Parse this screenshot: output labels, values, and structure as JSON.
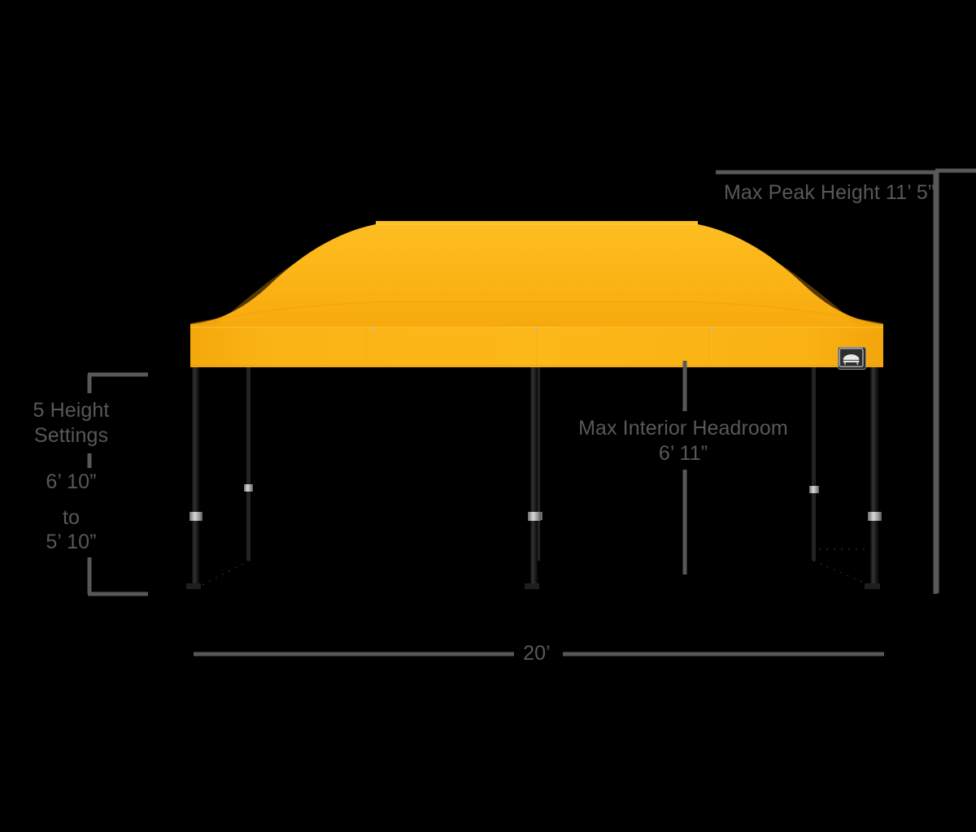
{
  "diagram": {
    "title": "Pop-Up Canopy Dimension Diagram",
    "background_color": "#000000",
    "canopy_color": "#FBB415",
    "canopy_shade_color": "#F3A50C",
    "frame_color": "#141414",
    "annotation_color": "#58585a"
  },
  "annotations": {
    "peak_height": {
      "label": "Max Peak Height 11’ 5”",
      "value_feet": 11,
      "value_inches": 5
    },
    "height_settings": {
      "count_label": "5 Height",
      "settings_label": "Settings",
      "max_label": "6’ 10”",
      "to_label": "to",
      "min_label": "5’ 10”"
    },
    "interior_headroom": {
      "label": "Max Interior Headroom",
      "value_label": "6’ 11”"
    },
    "width": {
      "label": "20’",
      "value_feet": 20
    }
  },
  "logo": {
    "name": "canopy-brand-badge",
    "alt": "canopy logo"
  },
  "chart_data": {
    "type": "diagram",
    "title": "Pop-Up Canopy Dimension Diagram",
    "measurements": [
      {
        "name": "Max Peak Height",
        "display": "11’ 5”",
        "feet": 11,
        "inches": 5
      },
      {
        "name": "Max Interior Headroom",
        "display": "6’ 11”",
        "feet": 6,
        "inches": 11
      },
      {
        "name": "Width",
        "display": "20’",
        "feet": 20,
        "inches": 0
      },
      {
        "name": "Leg Height Max",
        "display": "6’ 10”",
        "feet": 6,
        "inches": 10
      },
      {
        "name": "Leg Height Min",
        "display": "5’ 10”",
        "feet": 5,
        "inches": 10
      },
      {
        "name": "Height Settings",
        "display": "5",
        "feet": null,
        "inches": null
      }
    ]
  }
}
